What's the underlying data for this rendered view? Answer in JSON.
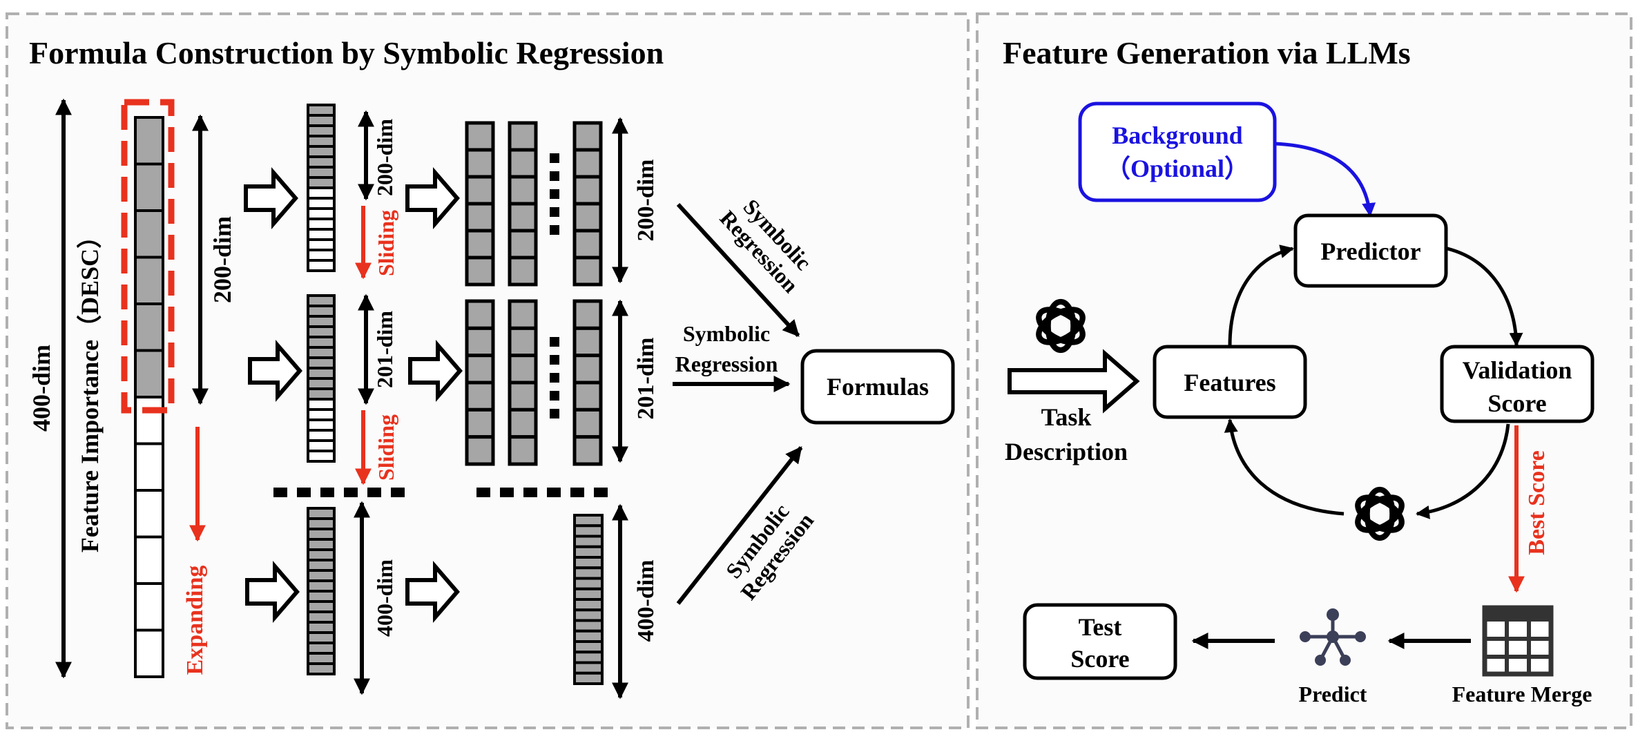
{
  "left_panel": {
    "title": "Formula Construction by Symbolic Regression",
    "vertical_labels": {
      "dim_400": "400-dim",
      "feature_importance": "Feature Importance（DESC）",
      "dim_200": "200-dim",
      "expanding": "Expanding"
    },
    "rows": [
      {
        "dim_label": "200-dim",
        "sliding_label": "Sliding",
        "result_dim": "200-dim"
      },
      {
        "dim_label": "201-dim",
        "sliding_label": "Sliding",
        "result_dim": "201-dim"
      },
      {
        "dim_label": "400-dim",
        "result_dim": "400-dim"
      }
    ],
    "symbolic_regression": [
      "Symbolic",
      "Regression"
    ],
    "formulas_label": "Formulas"
  },
  "right_panel": {
    "title": "Feature Generation via LLMs",
    "background_line1": "Background",
    "background_line2": "（Optional）",
    "predictor": "Predictor",
    "features": "Features",
    "validation_line1": "Validation",
    "validation_line2": "Score",
    "best_score": "Best Score",
    "task_line1": "Task",
    "task_line2": "Description",
    "test_line1": "Test",
    "test_line2": "Score",
    "predict": "Predict",
    "feature_merge": "Feature Merge"
  },
  "colors": {
    "accent_red": "#e8321e",
    "accent_blue": "#1a12e0",
    "cell_gray": "#a6a6a6",
    "panel_border": "#b0b0b0"
  }
}
